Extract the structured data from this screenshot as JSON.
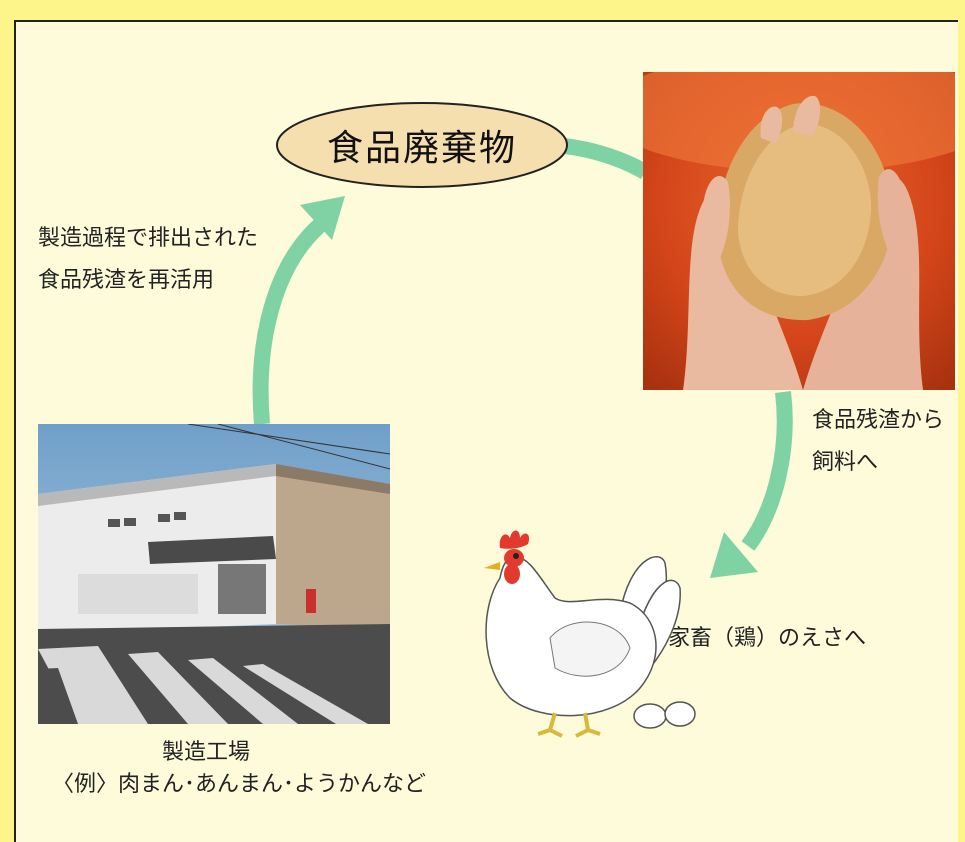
{
  "title": "食品廃棄物",
  "labels": {
    "reuse_line1": "製造過程で排出された",
    "reuse_line2": "食品残渣を再活用",
    "feed_line1": "食品残渣から",
    "feed_line2": "飼料へ",
    "livestock": "家畜（鶏）のえさへ",
    "factory_line1": "製造工場",
    "factory_line2": "〈例〉肉まん･あんまん･ようかんなど"
  },
  "colors": {
    "arrow": "#7fd2a4",
    "ellipse_fill": "#f6dfae",
    "background": "#fdfbd9",
    "outer_border": "#fdf58a"
  }
}
